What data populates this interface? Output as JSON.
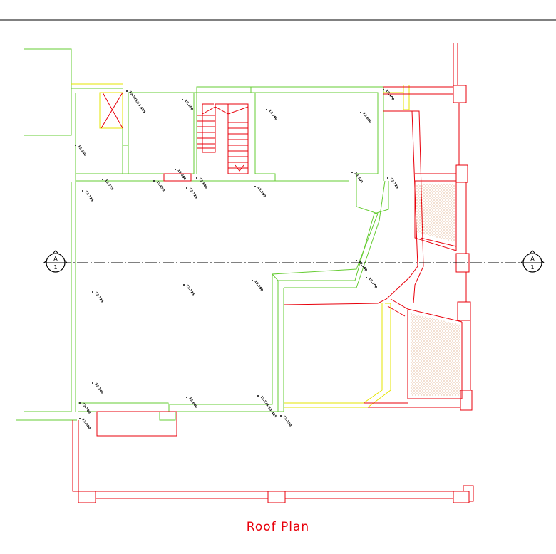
{
  "title": "Roof Plan",
  "section_marker": {
    "letter": "A",
    "number": "1"
  },
  "level_labels": [
    "13.275/13.425",
    "13.350",
    "13.700",
    "13.600",
    "13.400",
    "13.350",
    "13.725",
    "13.650",
    "13.600",
    "13.725",
    "13.600",
    "13.700",
    "13.700",
    "13.725",
    "13.725",
    "13.725",
    "13.725",
    "13.700",
    "13.100",
    "13.700",
    "13.700",
    "13.600"
  ],
  "colors": {
    "structure": "#e8000b",
    "parapet": "#66cc33",
    "gutter": "#e6e600",
    "hatch": "#d49060",
    "section_line": "#000000"
  }
}
